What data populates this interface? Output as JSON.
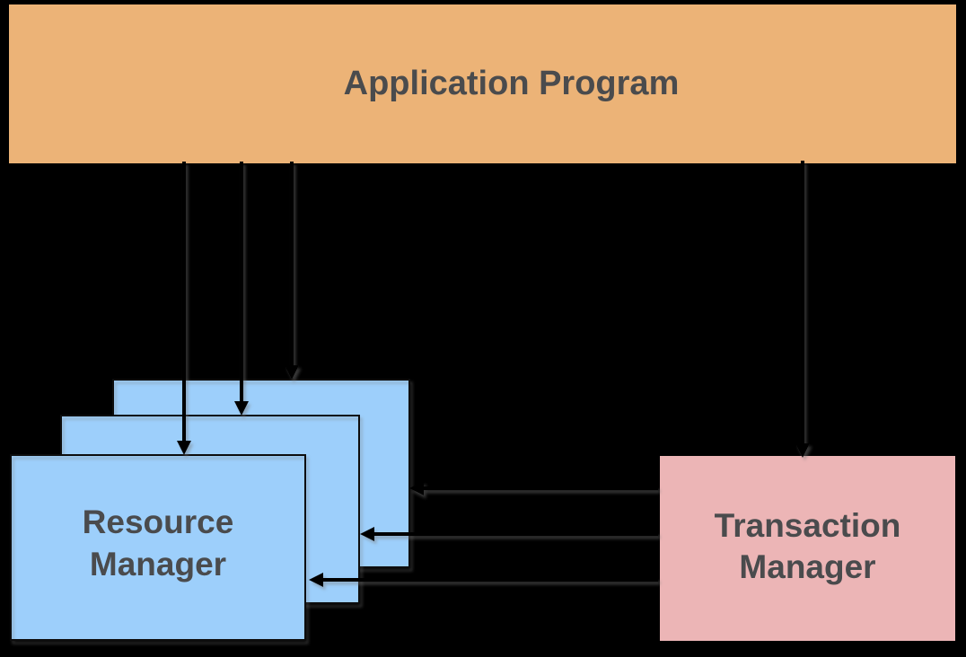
{
  "diagram": {
    "background_color": "#000000",
    "stroke_color": "#0A0A0A",
    "arrow_color": "#060606",
    "text_color": "#4A4B4D",
    "nodes": {
      "application_program": {
        "label": "Application Program",
        "fill": "#ECB377"
      },
      "resource_manager": {
        "label": "Resource\nManager",
        "fill": "#9DCFFB",
        "stack_count": 3
      },
      "transaction_manager": {
        "label": "Transaction\nManager",
        "fill": "#ECB5B6"
      }
    },
    "edges": [
      {
        "from": "application-program",
        "to": "resource-manager-front",
        "direction": "down"
      },
      {
        "from": "application-program",
        "to": "resource-manager-middle",
        "direction": "down"
      },
      {
        "from": "application-program",
        "to": "resource-manager-back",
        "direction": "down"
      },
      {
        "from": "application-program",
        "to": "transaction-manager",
        "direction": "down"
      },
      {
        "from": "transaction-manager",
        "to": "resource-manager-back",
        "direction": "left"
      },
      {
        "from": "transaction-manager",
        "to": "resource-manager-middle",
        "direction": "left"
      },
      {
        "from": "transaction-manager",
        "to": "resource-manager-front",
        "direction": "left"
      }
    ]
  }
}
